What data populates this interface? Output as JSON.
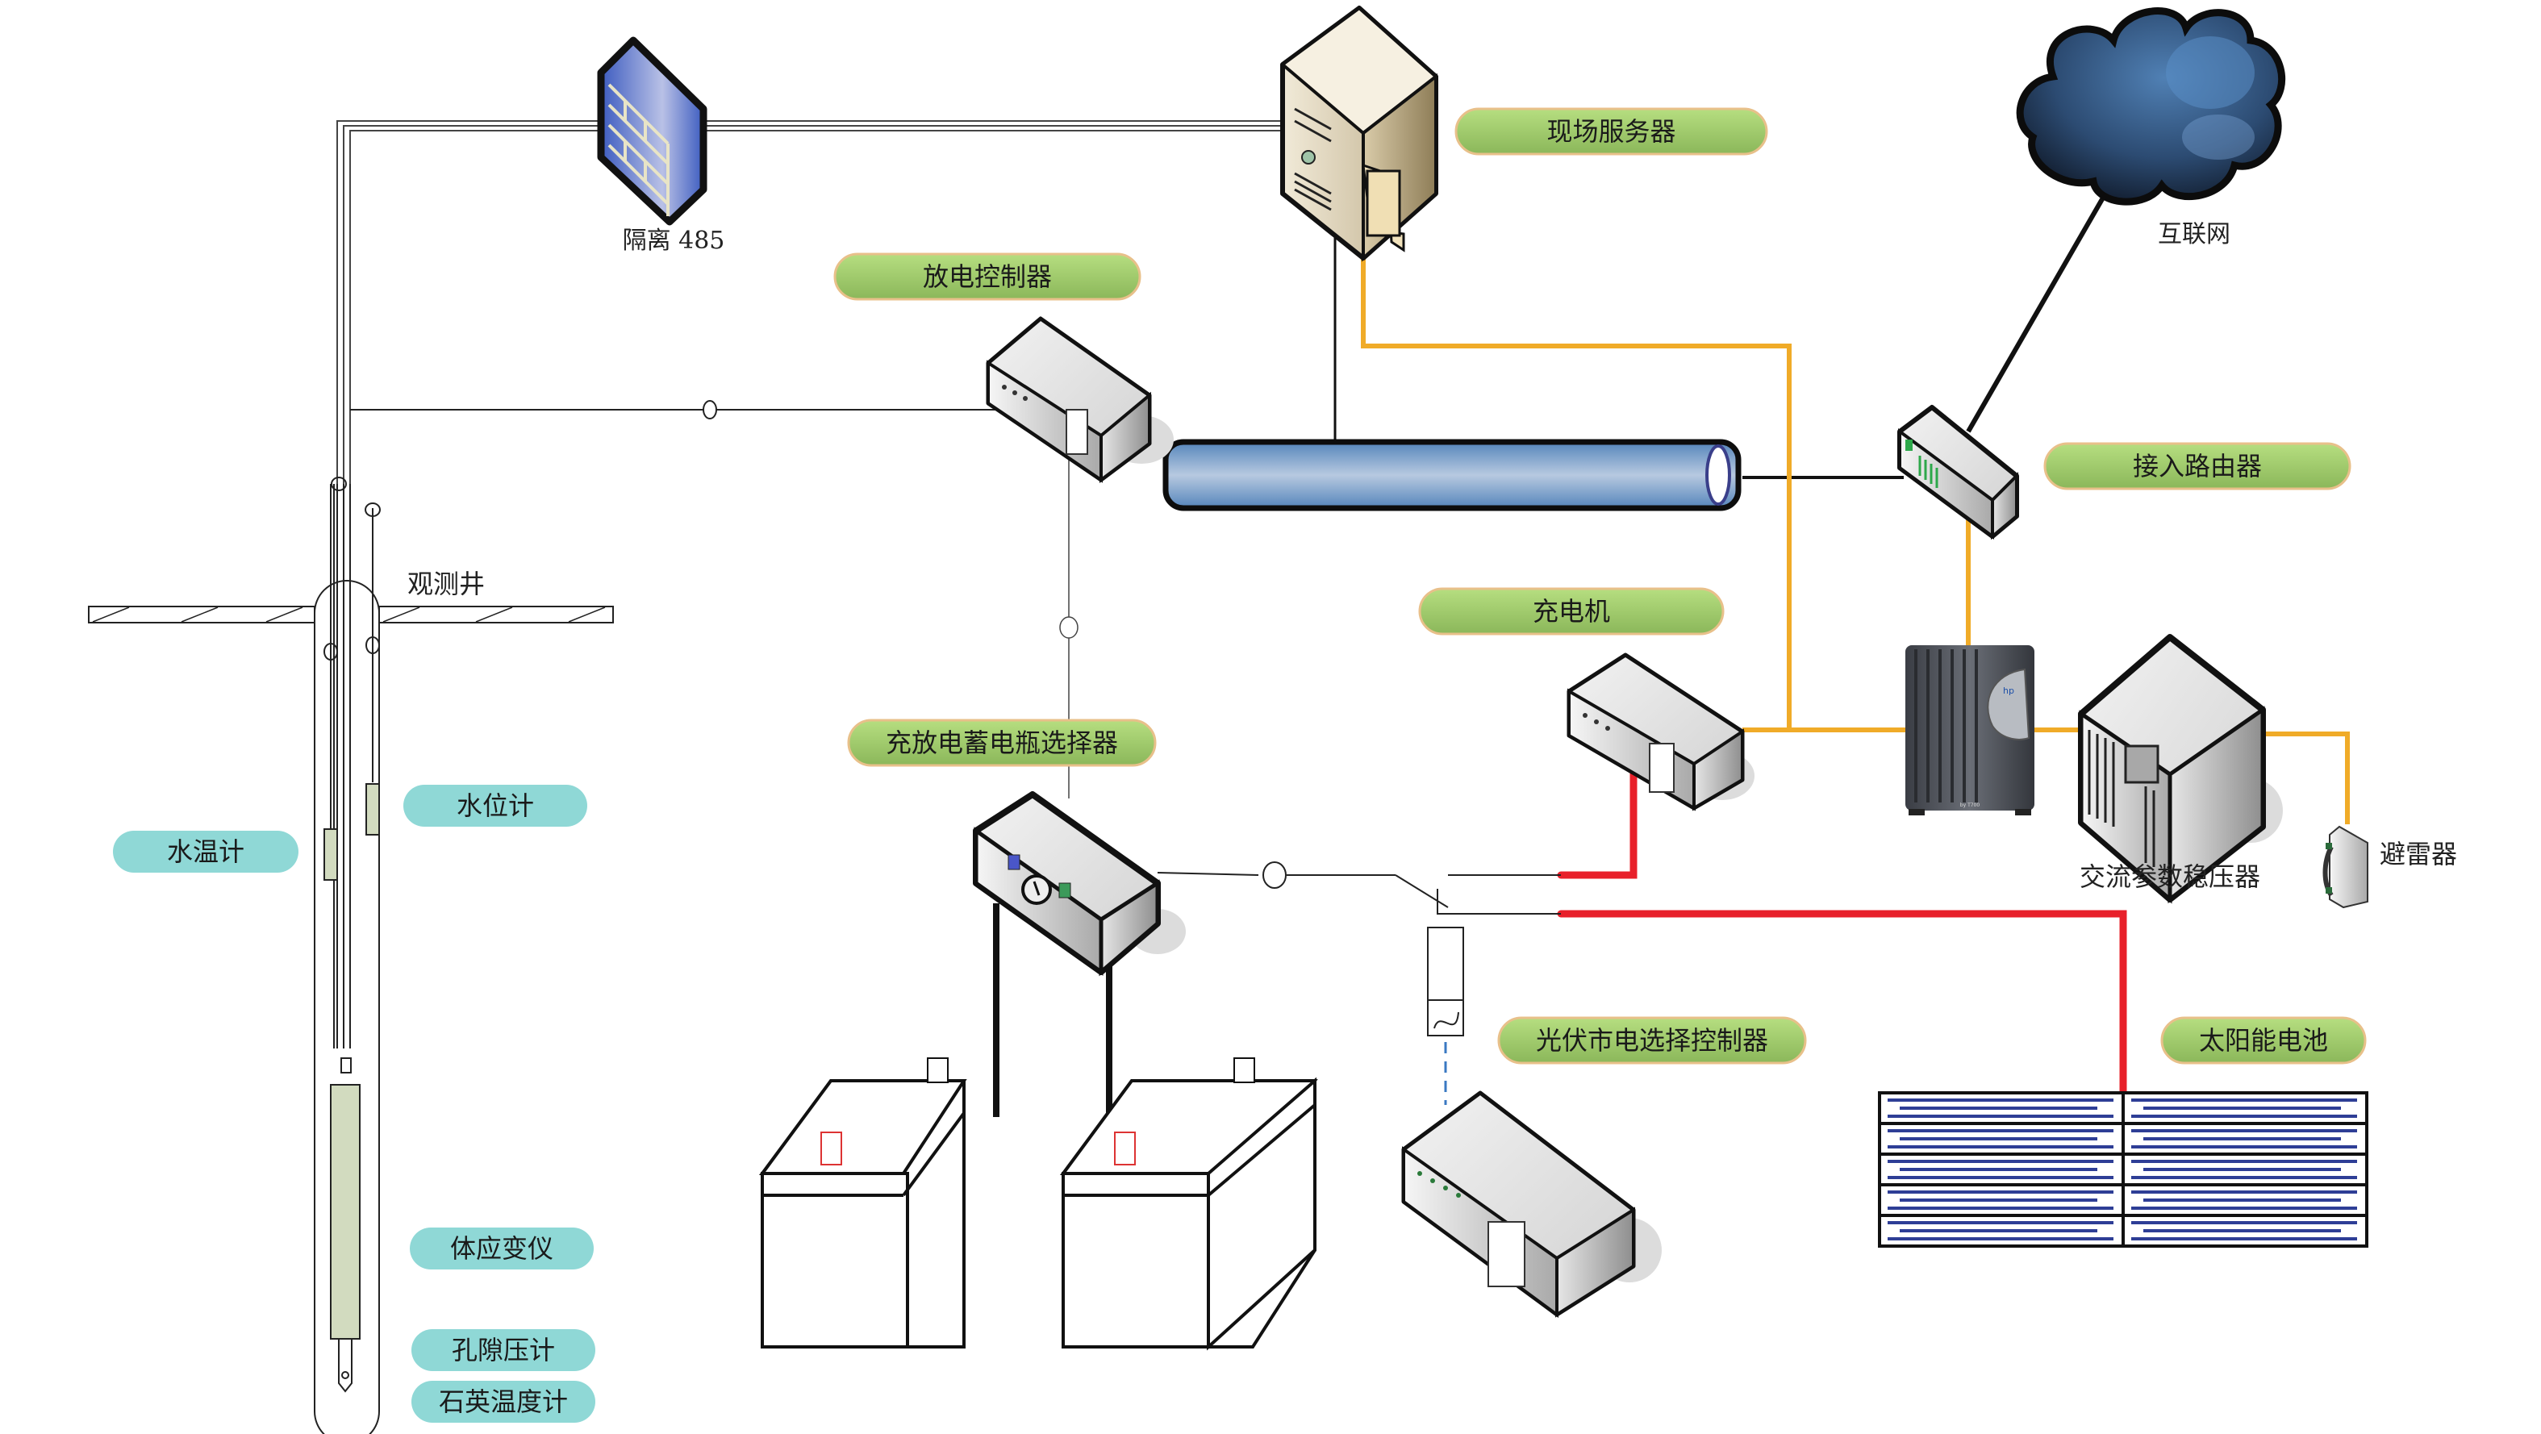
{
  "title": "观测井 数据采集与供电系统示意图",
  "colors": {
    "label_green_top": "#b3dc7e",
    "label_green_bottom": "#8dba5c",
    "label_border": "#e8c08a",
    "label_cyan": "#8fd8d6",
    "signal_yellow": "#f0ab28",
    "power_red": "#e8202a",
    "bus_blue": "#5b8ac0",
    "firewall_blue": "#4763be",
    "cloud_dark": "#1f3452",
    "panel_blue": "#2e3e96"
  },
  "labels": {
    "firewall": "隔离 485",
    "server": "现场服务器",
    "internet": "互联网",
    "router": "接入路由器",
    "discharge_controller": "放电控制器",
    "charger": "充电机",
    "battery_selector": "充放电蓄电瓶选择器",
    "pv_selector": "光伏市电选择控制器",
    "stabilizer": "交流参数稳压器",
    "arrester": "避雷器",
    "solar": "太阳能电池",
    "well": "观测井",
    "water_temp": "水温计",
    "water_level": "水位计",
    "strainmeter": "体应变仪",
    "pore_pressure": "孔隙压计",
    "quartz_thermometer": "石英温度计"
  },
  "ups_brand": "hp",
  "ups_model": "by T700"
}
